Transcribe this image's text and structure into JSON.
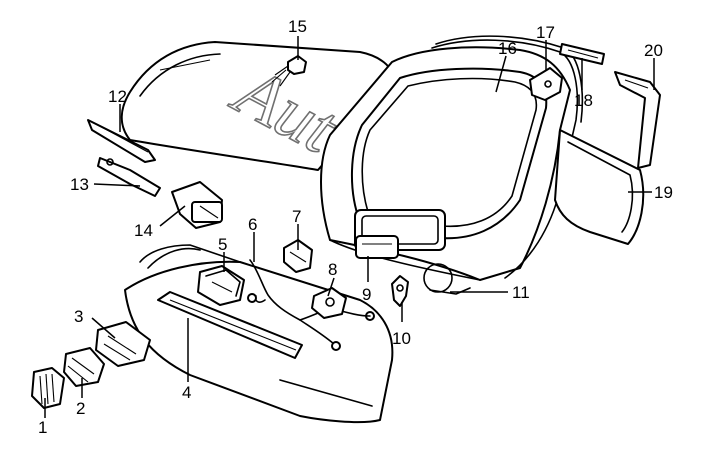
{
  "diagram": {
    "watermark": "AutoSoft",
    "callouts": [
      "1",
      "2",
      "3",
      "4",
      "5",
      "6",
      "7",
      "8",
      "9",
      "10",
      "11",
      "12",
      "13",
      "14",
      "15",
      "16",
      "17",
      "18",
      "19",
      "20"
    ]
  }
}
